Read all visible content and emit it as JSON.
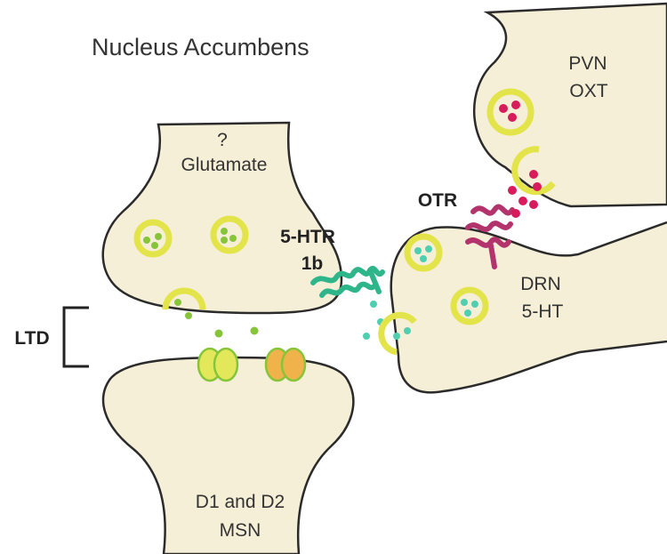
{
  "title": "Nucleus Accumbens",
  "presynaptic": {
    "line1": "?",
    "line2": "Glutamate"
  },
  "postsynaptic": {
    "line1": "D1 and D2",
    "line2": "MSN"
  },
  "pvn": {
    "line1": "PVN",
    "line2": "OXT"
  },
  "drn": {
    "line1": "DRN",
    "line2": "5-HT"
  },
  "receptors": {
    "ht_line1": "5-HTR",
    "ht_line2": "1b",
    "otr": "OTR"
  },
  "ltd": "LTD",
  "colors": {
    "cell_fill": "#f6efd7",
    "cell_stroke": "#2b2b2b",
    "vesicle_ring": "#e3e34a",
    "glutamate": "#86c53a",
    "serotonin": "#4fcfb0",
    "oxytocin": "#d81b5a",
    "ht_receptor": "#2eb58a",
    "otr_receptor": "#b3336d",
    "channel_yellow": "#e2e85a",
    "channel_orange": "#f0b24a"
  }
}
